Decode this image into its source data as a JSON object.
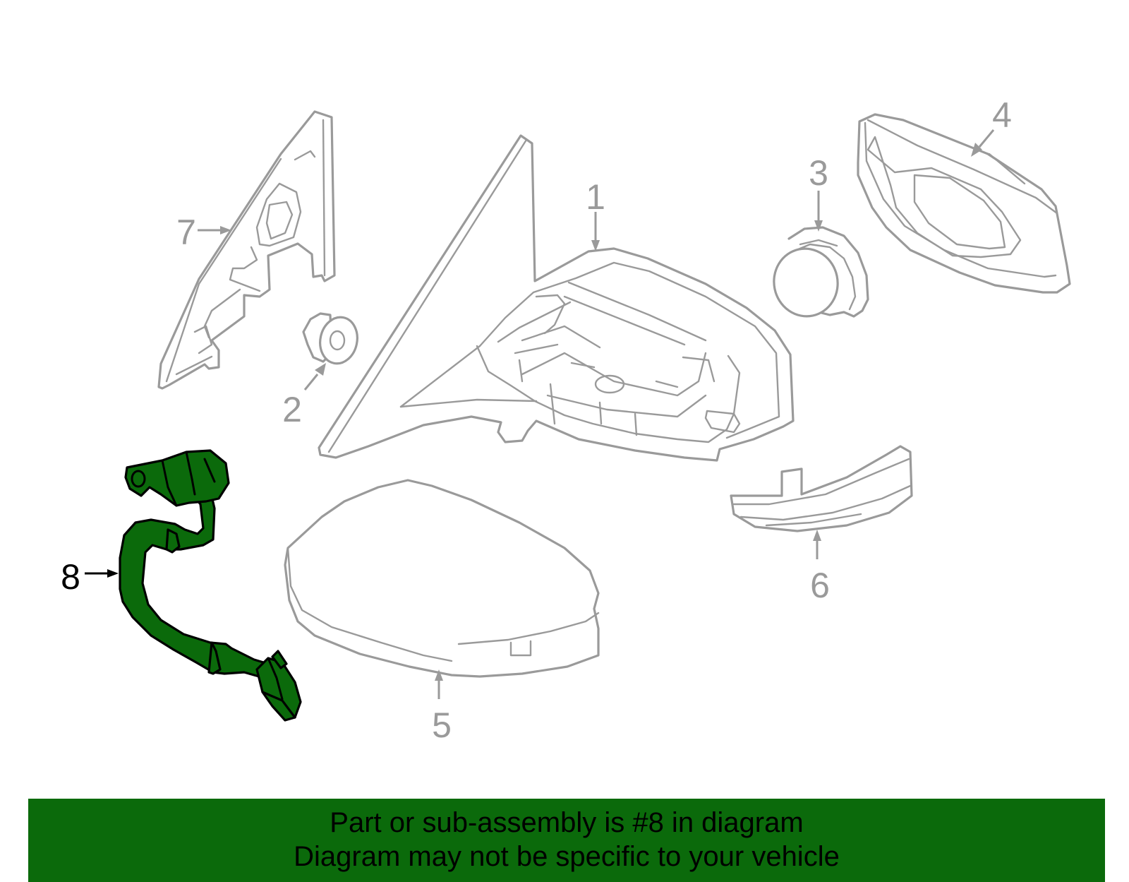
{
  "diagram": {
    "callouts": {
      "c1": "1",
      "c2": "2",
      "c3": "3",
      "c4": "4",
      "c5": "5",
      "c6": "6",
      "c7": "7",
      "c8": "8"
    },
    "highlight_color": "#0b6a0b",
    "outline_color": "#9a9a9a",
    "highlighted_part": "8"
  },
  "footer": {
    "line1": "Part or sub-assembly is #8 in diagram",
    "line2": "Diagram may not be specific to your vehicle",
    "background": "#0b6a0b"
  }
}
